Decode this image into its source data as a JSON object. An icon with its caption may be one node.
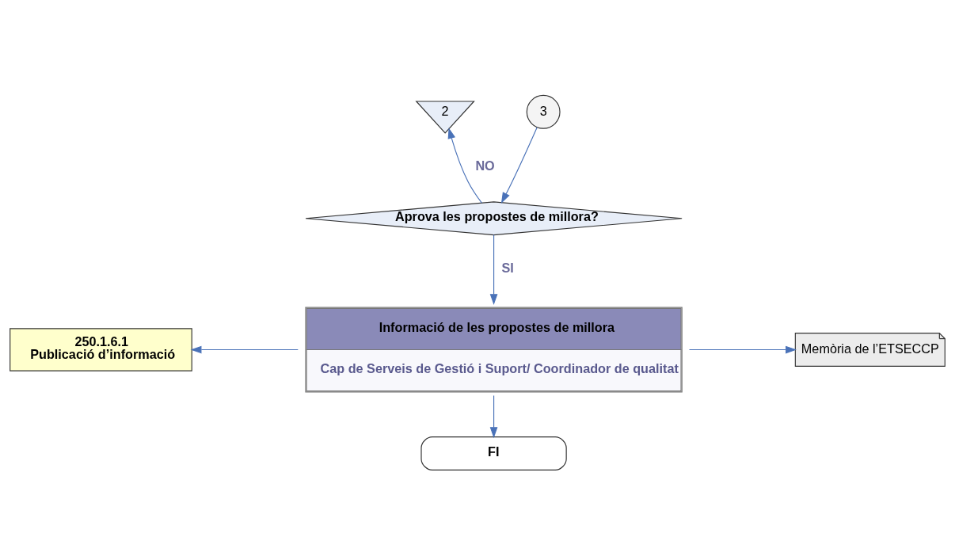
{
  "diagram": {
    "nodes": [
      {
        "text": [
          "2"
        ]
      },
      {
        "text": [
          "3"
        ]
      },
      {
        "text": [
          "Aprova les propostes de millora?"
        ]
      },
      {
        "text": [
          "Informació de les propostes de millora",
          "Cap de Serveis de Gestió i Suport/ Coordinador de qualitat"
        ]
      },
      {
        "text": [
          "250.1.6.1",
          "Publicació d’informació"
        ]
      },
      {
        "text": [
          "Memòria de l’ETSECCP"
        ]
      },
      {
        "text": [
          "FI"
        ]
      }
    ],
    "edges": [
      {
        "from": 1,
        "to": 2,
        "arrow": "to"
      },
      {
        "from": 2,
        "to": 0,
        "arrow": "to",
        "label": "NO"
      },
      {
        "from": 2,
        "to": 3,
        "arrow": "to",
        "label": "SI"
      },
      {
        "from": 3,
        "to": 4,
        "arrow": "to"
      },
      {
        "from": 3,
        "to": 5,
        "arrow": "to"
      },
      {
        "from": 3,
        "to": 6,
        "arrow": "to"
      }
    ]
  }
}
